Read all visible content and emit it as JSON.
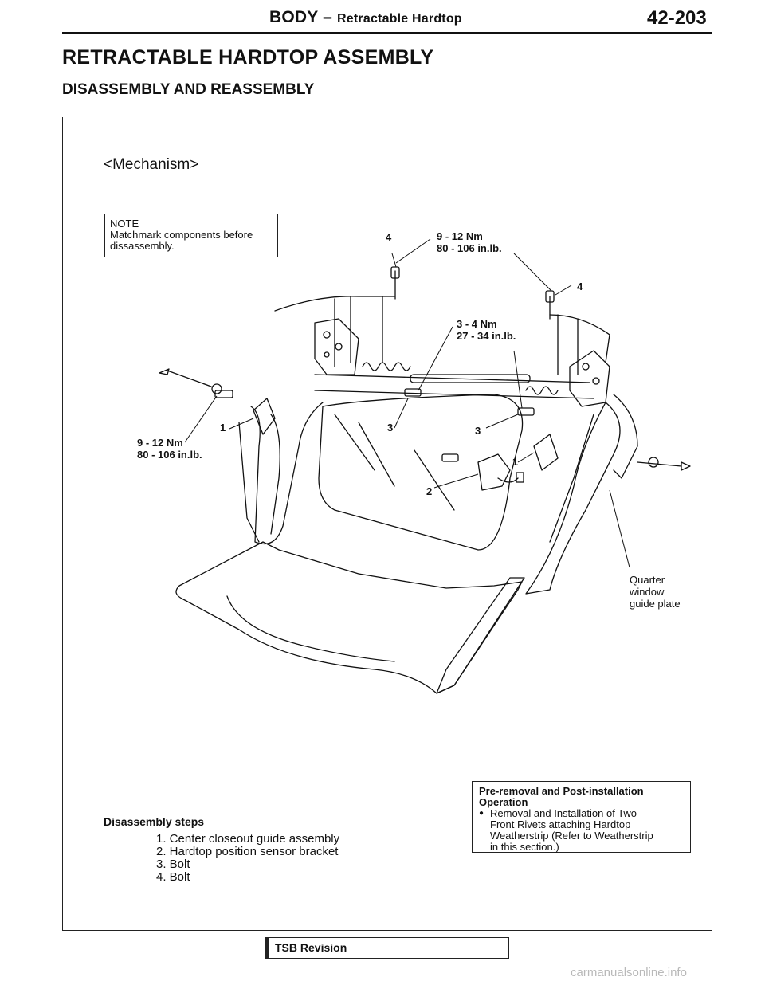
{
  "header": {
    "section": "BODY – ",
    "subsection": "Retractable Hardtop",
    "page_number": "42-203"
  },
  "title": "RETRACTABLE HARDTOP ASSEMBLY",
  "subtitle": "DISASSEMBLY AND REASSEMBLY",
  "diagram": {
    "label": "<Mechanism>",
    "note": {
      "heading": "NOTE",
      "text": "Matchmark components before dissassembly."
    },
    "callouts": {
      "torque_top_nm": "9 - 12 Nm",
      "torque_top_inlb": "80 - 106 in.lb.",
      "torque_mid_nm": "3 - 4 Nm",
      "torque_mid_inlb": "27 - 34 in.lb.",
      "torque_left_nm": "9 - 12 Nm",
      "torque_left_inlb": "80 - 106 in.lb.",
      "n4a": "4",
      "n4b": "4",
      "n1a": "1",
      "n1b": "1",
      "n3a": "3",
      "n3b": "3",
      "n2": "2",
      "quarter_1": "Quarter",
      "quarter_2": "window",
      "quarter_3": "guide plate"
    }
  },
  "disassembly": {
    "title": "Disassembly steps",
    "steps": [
      "1. Center closeout guide assembly",
      "2. Hardtop position sensor bracket",
      "3. Bolt",
      "4. Bolt"
    ]
  },
  "pre_removal": {
    "title_1": "Pre-removal and Post-installation",
    "title_2": "Operation",
    "bullet_lines": [
      "Removal and Installation of Two",
      "Front Rivets attaching Hardtop",
      "Weatherstrip (Refer to Weatherstrip",
      "in this section.)"
    ]
  },
  "footer": {
    "tsb": "TSB Revision",
    "watermark": "carmanualsonline.info"
  }
}
